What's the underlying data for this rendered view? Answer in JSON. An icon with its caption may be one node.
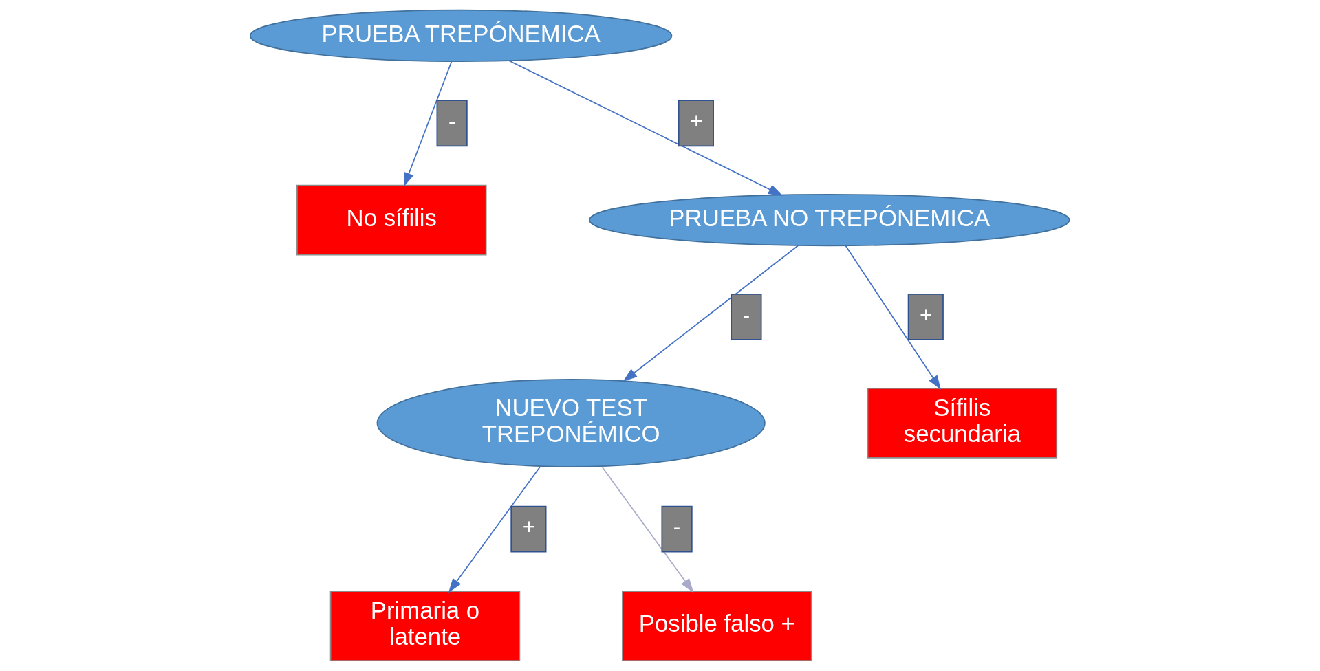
{
  "diagram": {
    "nodes": [
      {
        "text": [
          "PRUEBA TREPÓNEMICA"
        ]
      },
      {
        "text": [
          "No sífilis"
        ]
      },
      {
        "text": [
          "PRUEBA NO TREPÓNEMICA"
        ]
      },
      {
        "text": [
          "NUEVO TEST TREPONÉMICO"
        ]
      },
      {
        "text": [
          "Sífilis secundaria"
        ]
      },
      {
        "text": [
          "Primaria o latente"
        ]
      },
      {
        "text": [
          "Posible falso +"
        ]
      }
    ],
    "edges": [
      {
        "from": 0,
        "to": 1,
        "arrow": "to",
        "label": "-"
      },
      {
        "from": 0,
        "to": 2,
        "arrow": "to",
        "label": "+"
      },
      {
        "from": 2,
        "to": 3,
        "arrow": "to",
        "label": "-"
      },
      {
        "from": 2,
        "to": 4,
        "arrow": "to",
        "label": "+"
      },
      {
        "from": 3,
        "to": 5,
        "arrow": "to",
        "label": "+"
      },
      {
        "from": 3,
        "to": 6,
        "arrow": "to",
        "label": "-",
        "color": "#a9abc9"
      }
    ]
  }
}
